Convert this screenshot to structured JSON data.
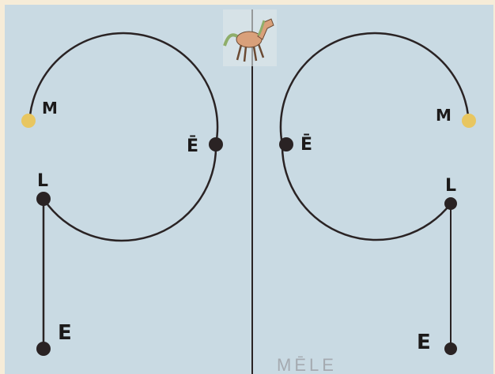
{
  "colors": {
    "background": "#f6ecd8",
    "board": "#c9dae3",
    "ink": "#2a2324",
    "highlight_dot": "#e8c660",
    "word_color": "#a5aab0"
  },
  "left_panel": {
    "labels": {
      "M": "M",
      "E_bar": "Ē",
      "L": "L",
      "E": "E"
    }
  },
  "right_panel": {
    "labels": {
      "M": "M",
      "E_bar": "Ē",
      "L": "L",
      "E": "E"
    }
  },
  "word": "MĒLE",
  "picture": {
    "icon": "horse-icon"
  }
}
